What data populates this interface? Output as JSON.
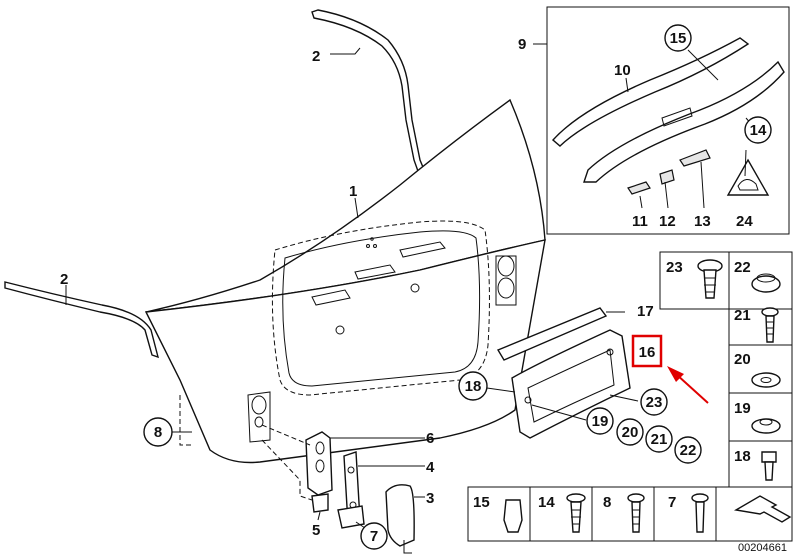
{
  "labels": {
    "p1": "1",
    "p2a": "2",
    "p2b": "2",
    "p3": "3",
    "p4": "4",
    "p5": "5",
    "p6": "6",
    "p7": "7",
    "p8": "8",
    "p9": "9",
    "p10": "10",
    "p11": "11",
    "p12": "12",
    "p13": "13",
    "p14": "14",
    "p15": "15",
    "p16": "16",
    "p17": "17",
    "p18": "18",
    "p19": "19",
    "p20": "20",
    "p21": "21",
    "p22": "22",
    "p23": "23",
    "p24": "24",
    "g23": "23",
    "g22": "22",
    "g21": "21",
    "g20": "20",
    "g19": "19",
    "g18": "18",
    "b15": "15",
    "b14": "14",
    "b8": "8",
    "b7": "7"
  },
  "doc_id": "00204661",
  "highlight": {
    "label": "16",
    "box_color": "#e00000",
    "arrow_color": "#e00000"
  }
}
